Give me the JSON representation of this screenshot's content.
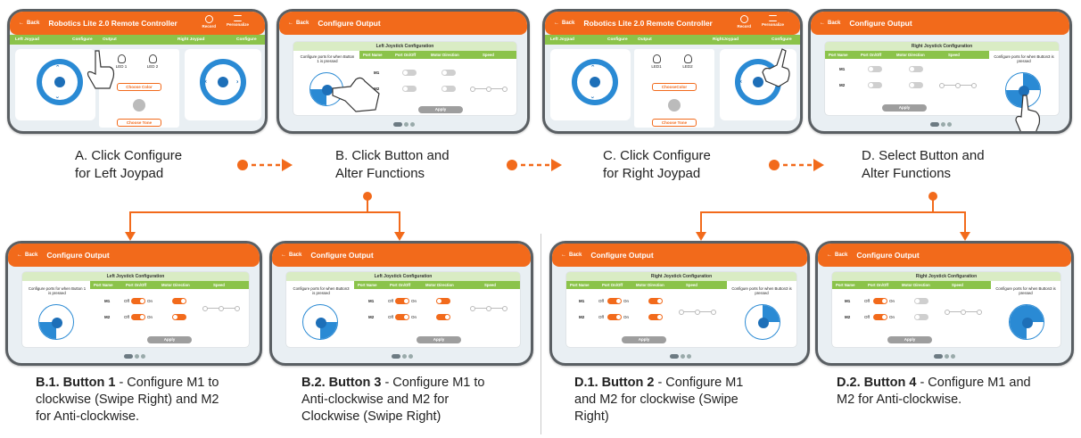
{
  "screens": {
    "A": {
      "title": "Robotics Lite 2.0 Remote Controller",
      "back": "Back",
      "record": "Record",
      "personalize": "Personalize",
      "left_label": "Left Joypad",
      "configure_left": "Configure",
      "output_label": "Output",
      "right_label": "Right Joypad",
      "configure_right": "Configure",
      "led1": "LED 1",
      "led2": "LED 2",
      "choose_color": "Choose Color",
      "choose_tone": "Choose Tone"
    },
    "C": {
      "title": "Robotics Lite 2.0 Remote Controller",
      "back": "Back",
      "record": "Record",
      "personalize": "Personalize",
      "left_label": "Left Joypad",
      "configure_left": "Configure",
      "output_label": "Output",
      "right_label": "RightJoypad",
      "configure_right": "Configure",
      "led1": "LED1",
      "led2": "LED2",
      "choose_color": "ChooseColor",
      "choose_tone": "Choose Tone"
    },
    "cfg_title": "Configure Output",
    "back": "Back",
    "left_config": "Left Joystick Configuration",
    "right_config": "Right Joystick Configuration",
    "col_port": "Port Name",
    "col_onoff": "Port On/Off",
    "col_dir": "Motor Direction",
    "col_speed": "Speed",
    "m1": "M1",
    "m2": "M2",
    "off": "Off",
    "on": "On",
    "apply": "Apply",
    "caption_b1": "Configure ports for when Button 1 is pressed",
    "caption_b3": "Configure ports for when Button3 is pressed",
    "caption_d": "Configure ports for when Button3 is pressed"
  },
  "captions": {
    "A": [
      "A. Click Configure",
      "for Left Joypad"
    ],
    "B": [
      "B. Click Button and",
      "Alter Functions"
    ],
    "C": [
      "C. Click Configure",
      "for Right Joypad"
    ],
    "D": [
      "D. Select Button and",
      "Alter Functions"
    ]
  },
  "subcaptions": {
    "B1": {
      "bold": "B.1. Button 1",
      "rest": [
        " - Configure M1 to",
        "clockwise (Swipe Right) and M2",
        "for Anti-clockwise."
      ]
    },
    "B2": {
      "bold": "B.2. Button 3",
      "rest": [
        " - Configure M1 to",
        "Anti-clockwise and M2 for",
        "Clockwise (Swipe Right)"
      ]
    },
    "D1": {
      "bold": "D.1. Button 2",
      "rest": [
        " - Configure M1",
        "and M2 for clockwise (Swipe",
        "Right)"
      ]
    },
    "D2": {
      "bold": "D.2. Button 4",
      "rest": [
        " - Configure M1 and",
        "M2 for Anti-clockwise."
      ]
    }
  },
  "colors": {
    "accent": "#f26a1b",
    "green": "#8bc34a",
    "blue": "#1d6fb8"
  }
}
